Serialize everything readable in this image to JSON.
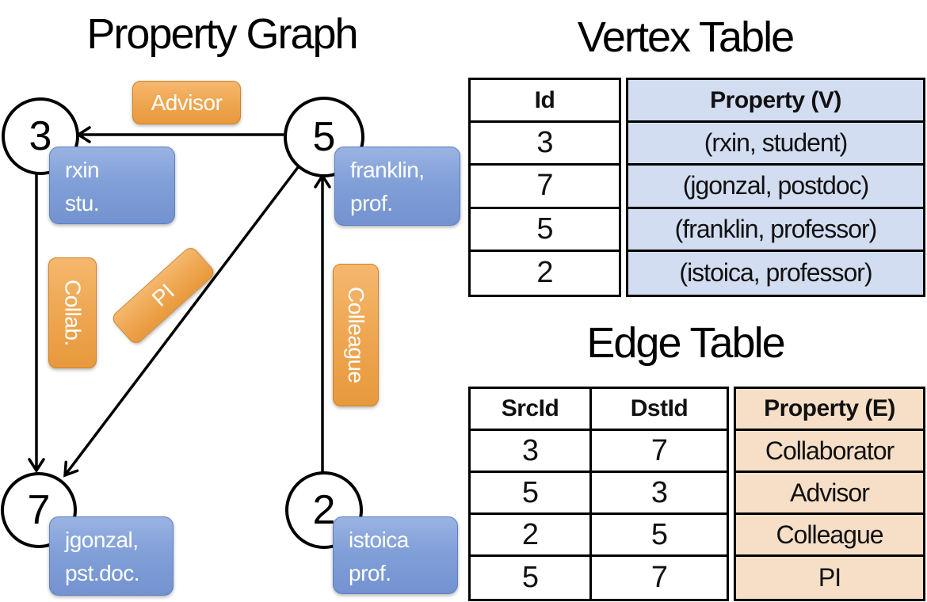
{
  "titles": {
    "graph": "Property Graph",
    "vertex_table": "Vertex Table",
    "edge_table": "Edge Table"
  },
  "graph": {
    "nodes": [
      {
        "id": "3",
        "property_line1": "rxin",
        "property_line2": "stu."
      },
      {
        "id": "5",
        "property_line1": "franklin,",
        "property_line2": "prof."
      },
      {
        "id": "7",
        "property_line1": "jgonzal,",
        "property_line2": "pst.doc."
      },
      {
        "id": "2",
        "property_line1": "istoica",
        "property_line2": "prof."
      }
    ],
    "edges": [
      {
        "src": "5",
        "dst": "3",
        "label": "Advisor"
      },
      {
        "src": "3",
        "dst": "7",
        "label": "Collab."
      },
      {
        "src": "5",
        "dst": "7",
        "label": "PI"
      },
      {
        "src": "2",
        "dst": "5",
        "label": "Colleague"
      }
    ]
  },
  "vertex_table": {
    "headers": [
      "Id",
      "Property (V)"
    ],
    "rows": [
      [
        "3",
        "(rxin, student)"
      ],
      [
        "7",
        "(jgonzal, postdoc)"
      ],
      [
        "5",
        "(franklin, professor)"
      ],
      [
        "2",
        "(istoica, professor)"
      ]
    ]
  },
  "edge_table": {
    "headers": [
      "SrcId",
      "DstId",
      "Property (E)"
    ],
    "rows": [
      [
        "3",
        "7",
        "Collaborator"
      ],
      [
        "5",
        "3",
        "Advisor"
      ],
      [
        "2",
        "5",
        "Colleague"
      ],
      [
        "5",
        "7",
        "PI"
      ]
    ]
  },
  "colors": {
    "edge_label_orange": "#efa854",
    "vertex_property_blue": "#81a0d8",
    "vertex_cell_bg": "#d3ddf1",
    "edge_cell_bg": "#f6dfc6",
    "stroke": "#000000"
  }
}
